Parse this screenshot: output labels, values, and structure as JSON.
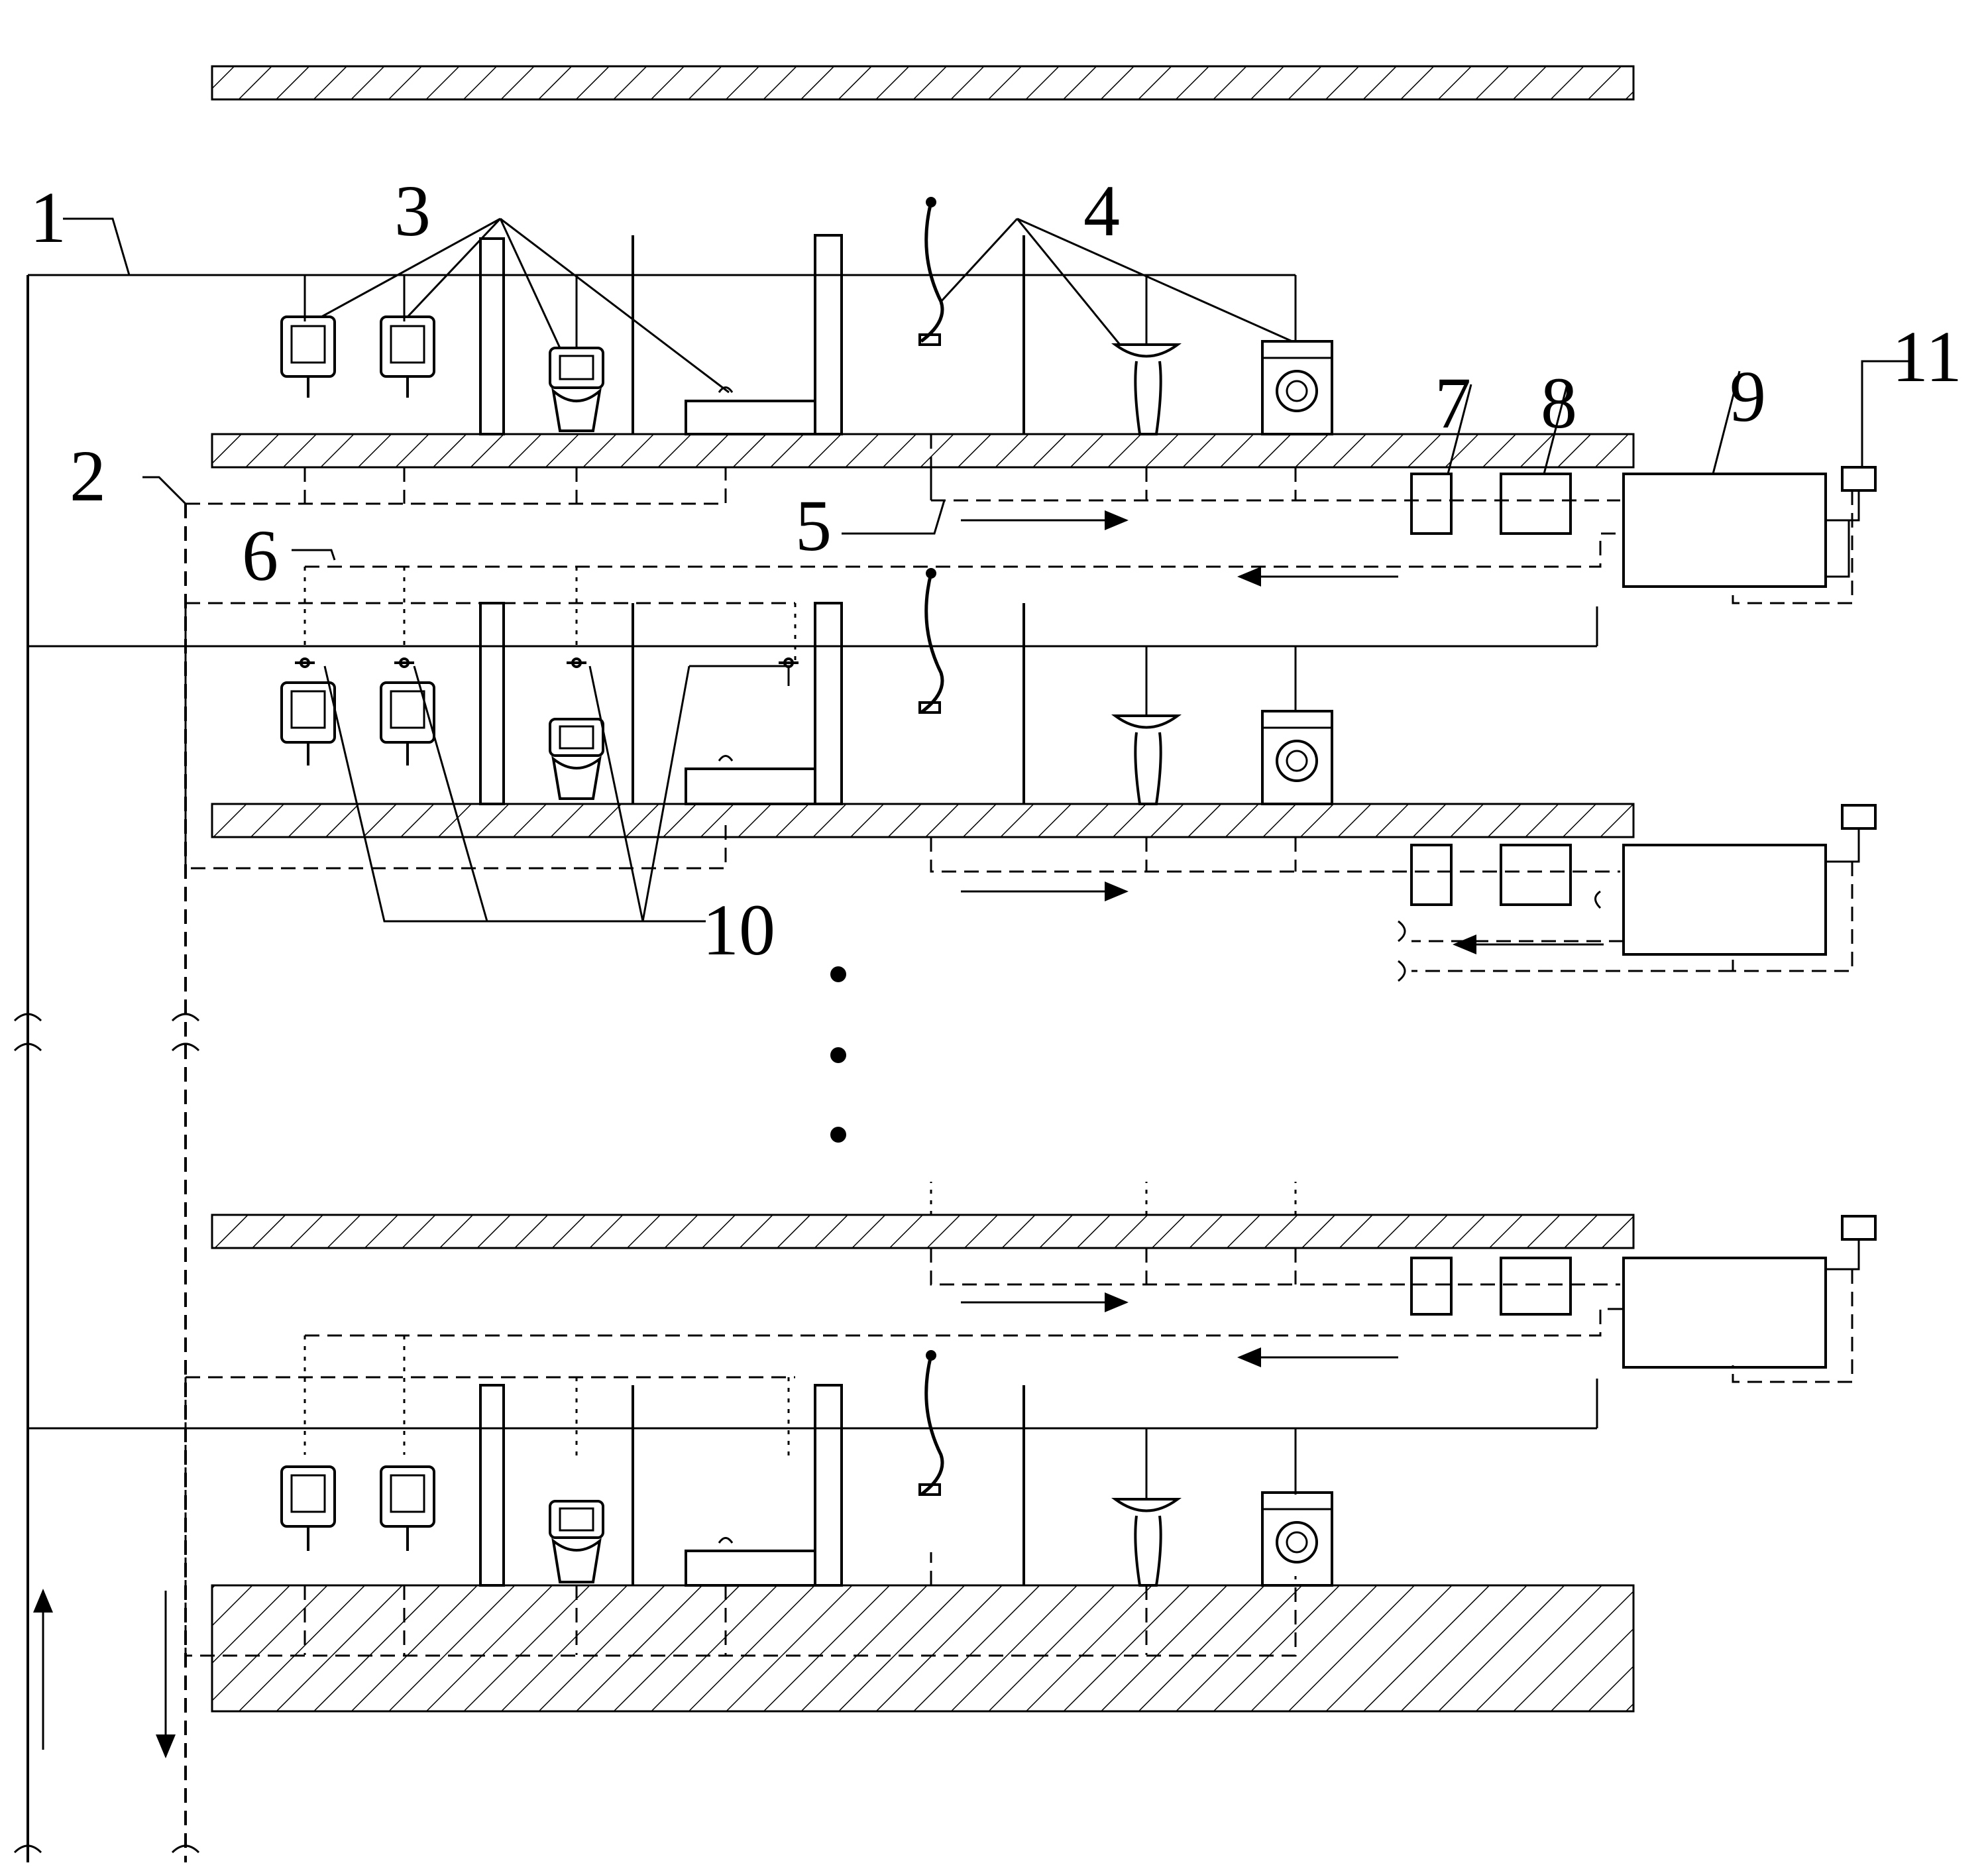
{
  "labels": {
    "l1": "1",
    "l2": "2",
    "l3": "3",
    "l4": "4",
    "l5": "5",
    "l6": "6",
    "l7": "7",
    "l8": "8",
    "l9": "9",
    "l10": "10",
    "l11": "11"
  },
  "colors": {
    "line": "#000000",
    "background": "#ffffff"
  },
  "icons": [
    "urinal-icon",
    "toilet-icon",
    "bathtub-icon",
    "shower-icon",
    "washbasin-icon",
    "washing-machine-icon",
    "valve-icon"
  ]
}
